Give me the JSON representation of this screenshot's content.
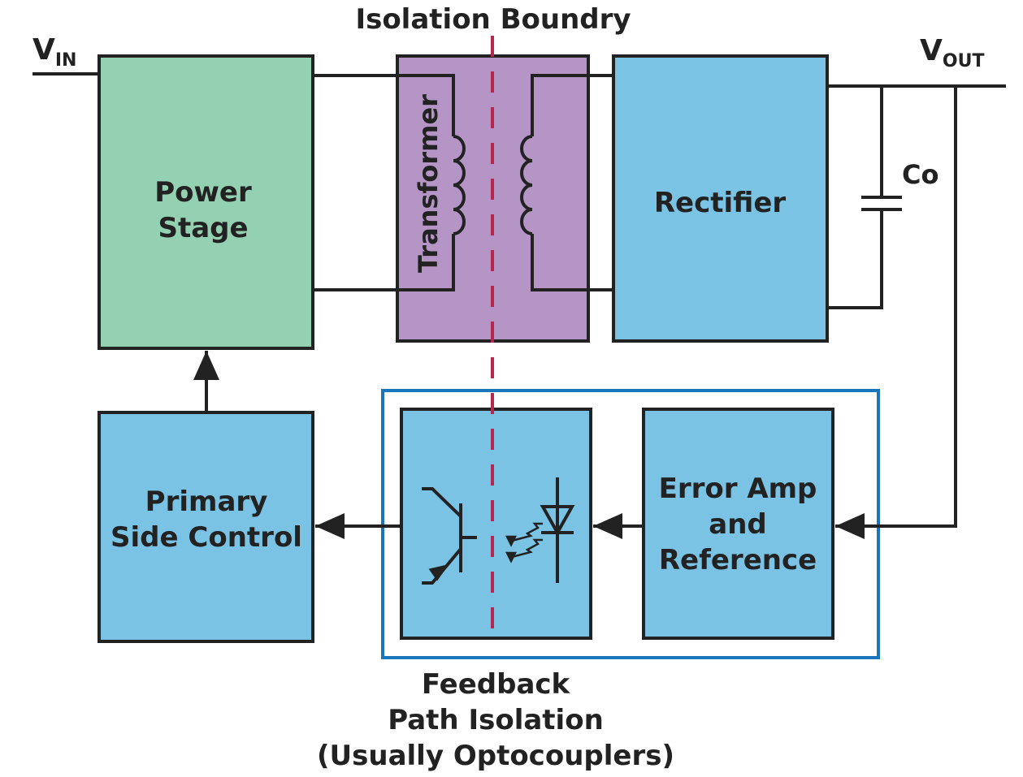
{
  "labels": {
    "isolation_boundary": "Isolation Boundry",
    "vin_main": "V",
    "vin_sub": "IN",
    "vout_main": "V",
    "vout_sub": "OUT",
    "capacitor": "Co",
    "transformer": "Transformer",
    "power_stage_line1": "Power",
    "power_stage_line2": "Stage",
    "rectifier": "Rectifier",
    "primary_line1": "Primary",
    "primary_line2": "Side Control",
    "error_line1": "Error Amp",
    "error_line2": "and",
    "error_line3": "Reference",
    "feedback_line1": "Feedback",
    "feedback_line2": "Path Isolation",
    "feedback_line3": "(Usually Optocouplers)"
  },
  "colors": {
    "power_stage": "#94d1b2",
    "transformer": "#b495c6",
    "blue_block": "#7ac3e4",
    "isolation_line": "#b5274f",
    "feedback_frame": "#1b75bb",
    "stroke": "#222222"
  }
}
